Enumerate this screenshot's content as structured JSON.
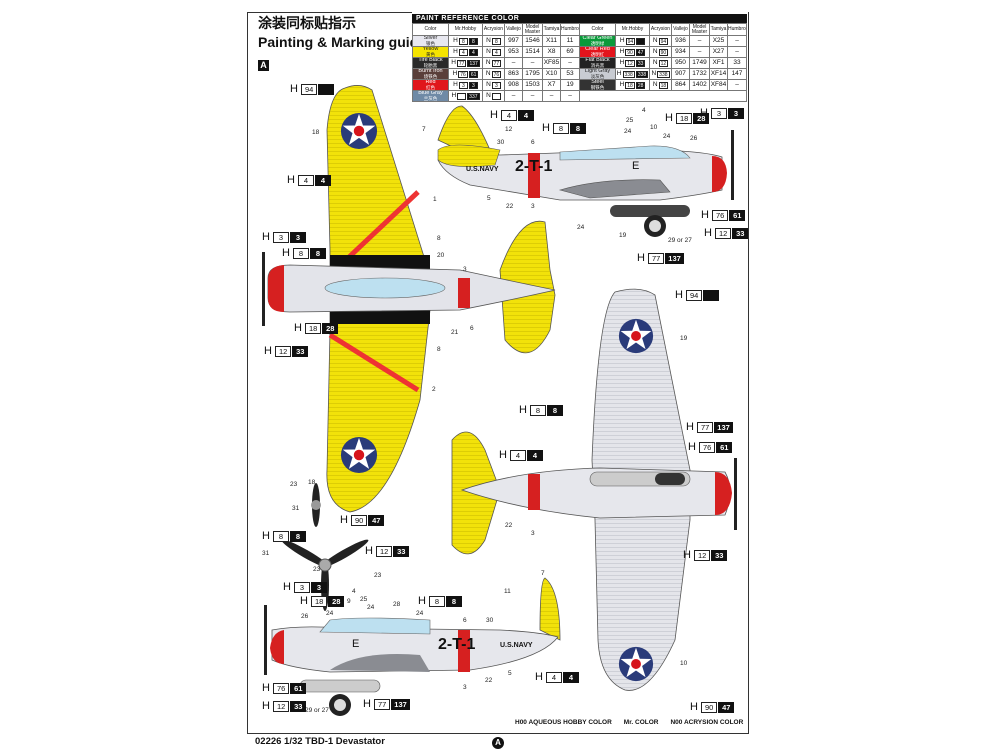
{
  "header": {
    "title_cn": "涂装同标贴指示",
    "title_en": "Painting & Marking guide",
    "view_label": "A"
  },
  "paint_table": {
    "title": "PAINT  REFERENCE COLOR",
    "columns": [
      "Color",
      "Mr.Hobby",
      "Acrysion",
      "Vallejo",
      "Model Master",
      "Tamiya",
      "Humbrol"
    ],
    "left": [
      {
        "name": "Silver",
        "cn": "银色",
        "color": "#e8e8f0",
        "h": "8",
        "mr": "8",
        "n": "8",
        "vallejo": "997",
        "mm": "1546",
        "tamiya": "X11",
        "humbrol": "11"
      },
      {
        "name": "Yellow",
        "cn": "黄色",
        "color": "#f5e400",
        "h": "4",
        "mr": "4",
        "n": "4",
        "vallejo": "953",
        "mm": "1514",
        "tamiya": "X8",
        "humbrol": "69"
      },
      {
        "name": "Tire Black",
        "cn": "轮胎黑",
        "color": "#2a2a2a",
        "h": "77",
        "mr": "137",
        "n": "77",
        "vallejo": "–",
        "mm": "–",
        "tamiya": "XF85",
        "humbrol": "–"
      },
      {
        "name": "Burnt Iron",
        "cn": "烧铁色",
        "color": "#5a3f3a",
        "h": "76",
        "mr": "61",
        "n": "76",
        "vallejo": "863",
        "mm": "1795",
        "tamiya": "X10",
        "humbrol": "53"
      },
      {
        "name": "Red",
        "cn": "红色",
        "color": "#e0161c",
        "h": "3",
        "mr": "3",
        "n": "3",
        "vallejo": "908",
        "mm": "1503",
        "tamiya": "X7",
        "humbrol": "19"
      },
      {
        "name": "Blue Gray",
        "cn": "兰灰色",
        "color": "#6f8aa6",
        "h": "",
        "mr": "337",
        "n": "",
        "vallejo": "–",
        "mm": "–",
        "tamiya": "–",
        "humbrol": "–"
      }
    ],
    "right": [
      {
        "name": "Clear Green",
        "cn": "透明绿",
        "color": "#0a9a3a",
        "h": "94",
        "mr": "",
        "n": "94",
        "vallejo": "936",
        "mm": "–",
        "tamiya": "X25",
        "humbrol": "–"
      },
      {
        "name": "Clear Red",
        "cn": "透明红",
        "color": "#e3141c",
        "h": "90",
        "mr": "47",
        "n": "90",
        "vallejo": "934",
        "mm": "–",
        "tamiya": "X27",
        "humbrol": "–"
      },
      {
        "name": "Flat Black",
        "cn": "消光黑",
        "color": "#222",
        "h": "12",
        "mr": "33",
        "n": "12",
        "vallejo": "950",
        "mm": "1749",
        "tamiya": "XF1",
        "humbrol": "33"
      },
      {
        "name": "Light Gray",
        "cn": "淡灰色",
        "color": "#c9ccd2",
        "h": "338",
        "mr": "338",
        "n": "338",
        "vallejo": "907",
        "mm": "1732",
        "tamiya": "XF14",
        "humbrol": "147"
      },
      {
        "name": "Steel",
        "cn": "钢铁色",
        "color": "#333",
        "h": "18",
        "mr": "28",
        "n": "18",
        "vallejo": "864",
        "mm": "1402",
        "tamiya": "XF84",
        "humbrol": "–"
      }
    ]
  },
  "callouts": [
    {
      "l": "H",
      "a": "94",
      "b": ""
    },
    {
      "l": "H",
      "a": "4",
      "b": "4"
    },
    {
      "l": "H",
      "a": "3",
      "b": "3"
    },
    {
      "l": "H",
      "a": "8",
      "b": "8"
    },
    {
      "l": "H",
      "a": "18",
      "b": "28"
    },
    {
      "l": "H",
      "a": "12",
      "b": "33"
    },
    {
      "l": "H",
      "a": "90",
      "b": "47"
    },
    {
      "l": "H",
      "a": "8",
      "b": "8"
    },
    {
      "l": "H",
      "a": "12",
      "b": "33"
    },
    {
      "l": "H",
      "a": "4",
      "b": "4"
    },
    {
      "l": "H",
      "a": "8",
      "b": "8"
    },
    {
      "l": "H",
      "a": "18",
      "b": "28"
    },
    {
      "l": "H",
      "a": "3",
      "b": "3"
    },
    {
      "l": "H",
      "a": "76",
      "b": "61"
    },
    {
      "l": "H",
      "a": "12",
      "b": "33"
    },
    {
      "l": "H",
      "a": "77",
      "b": "137"
    },
    {
      "l": "H",
      "a": "94",
      "b": ""
    },
    {
      "l": "H",
      "a": "8",
      "b": "8"
    },
    {
      "l": "H",
      "a": "4",
      "b": "4"
    },
    {
      "l": "H",
      "a": "77",
      "b": "137"
    },
    {
      "l": "H",
      "a": "76",
      "b": "61"
    },
    {
      "l": "H",
      "a": "12",
      "b": "33"
    },
    {
      "l": "H",
      "a": "90",
      "b": "47"
    },
    {
      "l": "H",
      "a": "3",
      "b": "3"
    },
    {
      "l": "H",
      "a": "18",
      "b": "28"
    },
    {
      "l": "H",
      "a": "8",
      "b": "8"
    },
    {
      "l": "H",
      "a": "4",
      "b": "4"
    },
    {
      "l": "H",
      "a": "76",
      "b": "61"
    },
    {
      "l": "H",
      "a": "12",
      "b": "33"
    },
    {
      "l": "H",
      "a": "77",
      "b": "137"
    }
  ],
  "part_numbers": [
    "18",
    "1",
    "8",
    "20",
    "3",
    "6",
    "21",
    "8",
    "2",
    "18",
    "23",
    "31",
    "23",
    "31",
    "23",
    "7",
    "12",
    "30",
    "6",
    "5",
    "22",
    "3",
    "24",
    "4",
    "25",
    "24",
    "10",
    "24",
    "26",
    "19",
    "29 or 27",
    "19",
    "22",
    "3",
    "10",
    "26",
    "4",
    "25",
    "9",
    "24",
    "24",
    "28",
    "24",
    "6",
    "3",
    "22",
    "5",
    "7",
    "11",
    "30",
    "29 or 27"
  ],
  "markings": {
    "code": "2-T-1",
    "navy": "U.S.NAVY",
    "letter": "E"
  },
  "legend": {
    "hobby": "H00 AQUEOUS HOBBY COLOR",
    "mr": "Mr. COLOR",
    "acrysion": "N00 ACRYSION COLOR"
  },
  "footer": {
    "title": "02226 1/32 TBD-1 Devastator",
    "page_marker": "A"
  }
}
